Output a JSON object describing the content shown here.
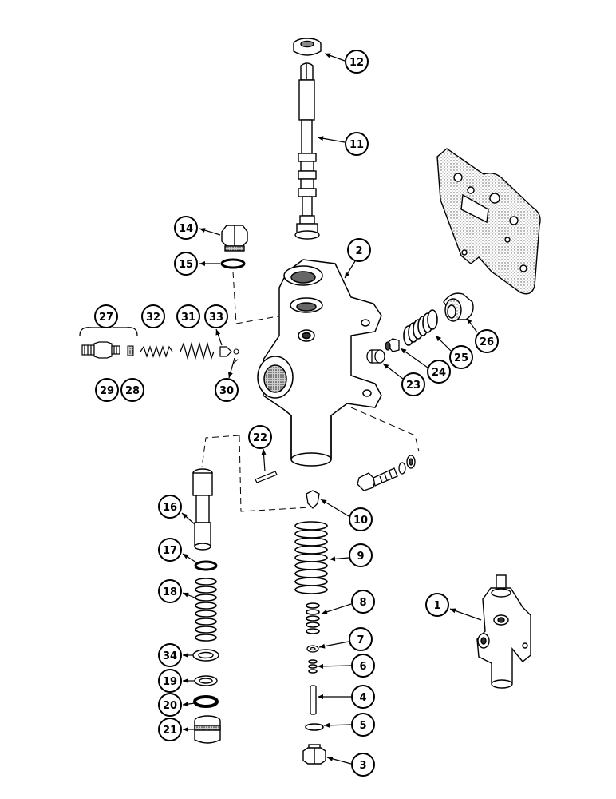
{
  "diagram": {
    "callouts": [
      {
        "id": "callout-12",
        "label": "12",
        "part": "seal"
      },
      {
        "id": "callout-11",
        "label": "11",
        "part": "spool-shaft"
      },
      {
        "id": "callout-14",
        "label": "14",
        "part": "plug"
      },
      {
        "id": "callout-15",
        "label": "15",
        "part": "o-ring"
      },
      {
        "id": "callout-2",
        "label": "2",
        "part": "valve-body"
      },
      {
        "id": "callout-27",
        "label": "27",
        "part": "fitting-assembly"
      },
      {
        "id": "callout-32",
        "label": "32",
        "part": "spring"
      },
      {
        "id": "callout-31",
        "label": "31",
        "part": "spring"
      },
      {
        "id": "callout-33",
        "label": "33",
        "part": "poppet"
      },
      {
        "id": "callout-29",
        "label": "29",
        "part": "fitting"
      },
      {
        "id": "callout-28",
        "label": "28",
        "part": "screen"
      },
      {
        "id": "callout-30",
        "label": "30",
        "part": "ball"
      },
      {
        "id": "callout-26",
        "label": "26",
        "part": "plug"
      },
      {
        "id": "callout-25",
        "label": "25",
        "part": "spring"
      },
      {
        "id": "callout-24",
        "label": "24",
        "part": "poppet"
      },
      {
        "id": "callout-23",
        "label": "23",
        "part": "seat"
      },
      {
        "id": "callout-22",
        "label": "22",
        "part": "pin"
      },
      {
        "id": "callout-10",
        "label": "10",
        "part": "poppet"
      },
      {
        "id": "callout-16",
        "label": "16",
        "part": "piston"
      },
      {
        "id": "callout-17",
        "label": "17",
        "part": "snap-ring"
      },
      {
        "id": "callout-9",
        "label": "9",
        "part": "spring"
      },
      {
        "id": "callout-18",
        "label": "18",
        "part": "spring"
      },
      {
        "id": "callout-8",
        "label": "8",
        "part": "spring"
      },
      {
        "id": "callout-1",
        "label": "1",
        "part": "valve-assembly"
      },
      {
        "id": "callout-7",
        "label": "7",
        "part": "washer"
      },
      {
        "id": "callout-34",
        "label": "34",
        "part": "washer"
      },
      {
        "id": "callout-6",
        "label": "6",
        "part": "spring"
      },
      {
        "id": "callout-19",
        "label": "19",
        "part": "washer"
      },
      {
        "id": "callout-20",
        "label": "20",
        "part": "o-ring"
      },
      {
        "id": "callout-4",
        "label": "4",
        "part": "pin"
      },
      {
        "id": "callout-21",
        "label": "21",
        "part": "plug"
      },
      {
        "id": "callout-5",
        "label": "5",
        "part": "o-ring"
      },
      {
        "id": "callout-3",
        "label": "3",
        "part": "plug"
      }
    ]
  },
  "colors": {
    "ink": "#000000",
    "paper": "#ffffff",
    "stipple": "#555555"
  }
}
